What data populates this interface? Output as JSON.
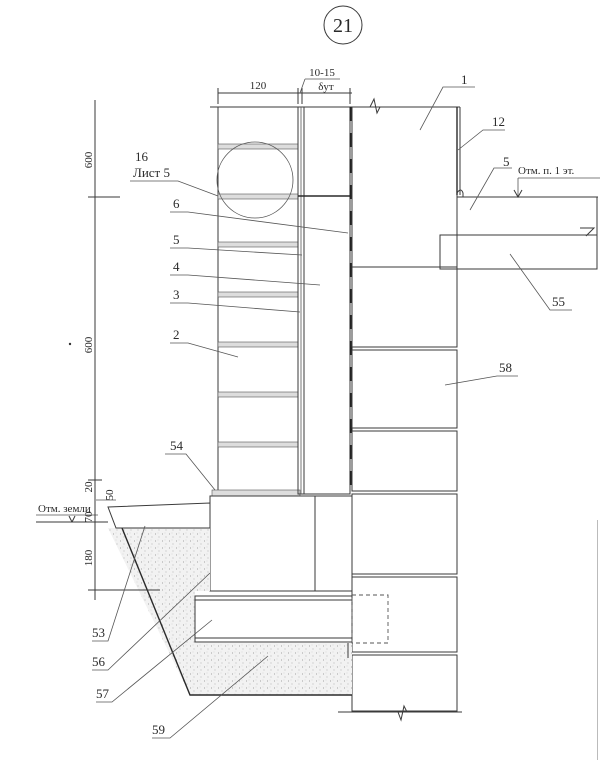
{
  "drawing": {
    "title": "Foundation / wall section detail",
    "sheet_number": "21",
    "dimensions": {
      "brick_width": "120",
      "gap": "10-15",
      "insulation": "δут",
      "height_upper": "600",
      "height_middle": "600",
      "d20": "20",
      "d50": "50",
      "d70": "70",
      "d180": "180"
    },
    "levels": {
      "floor": "Отм. п. 1 эт.",
      "ground": "Отм. земли"
    },
    "callout": {
      "number": "16",
      "sheet": "Лист 5"
    },
    "labels": {
      "l1": "1",
      "l12": "12",
      "l5_right": "5",
      "l6": "6",
      "l5_left": "5",
      "l4": "4",
      "l3": "3",
      "l2": "2",
      "l55": "55",
      "l58": "58",
      "l54": "54",
      "l53": "53",
      "l56": "56",
      "l57": "57",
      "l59": "59"
    },
    "colors": {
      "ink": "#2a2a2a",
      "paper": "#ffffff",
      "sand": "#e9e9e9"
    }
  }
}
